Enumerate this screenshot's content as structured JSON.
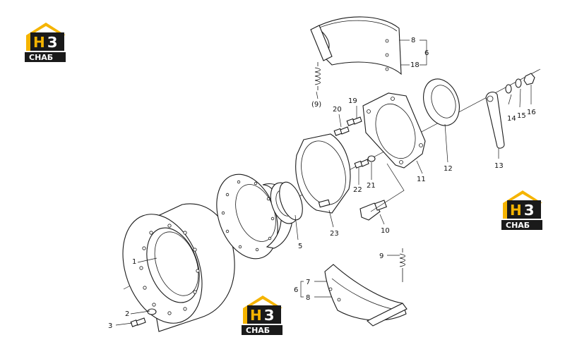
{
  "logo": {
    "letters": "НЗ",
    "word": "СНАБ",
    "roof_color": "#f5b400",
    "dark_color": "#1a1a1a"
  },
  "callouts": {
    "c1": "1",
    "c2": "2",
    "c3": "3",
    "c5": "5",
    "c6a": "6",
    "c6b": "6",
    "c7": "7",
    "c8a": "8",
    "c8b": "8",
    "c9a": "(9)",
    "c9b": "9",
    "c10": "10",
    "c11": "11",
    "c12": "12",
    "c13": "13",
    "c14": "14",
    "c15": "15",
    "c16": "16",
    "c18": "18",
    "c19": "19",
    "c20": "20",
    "c21": "21",
    "c22": "22",
    "c23": "23"
  }
}
